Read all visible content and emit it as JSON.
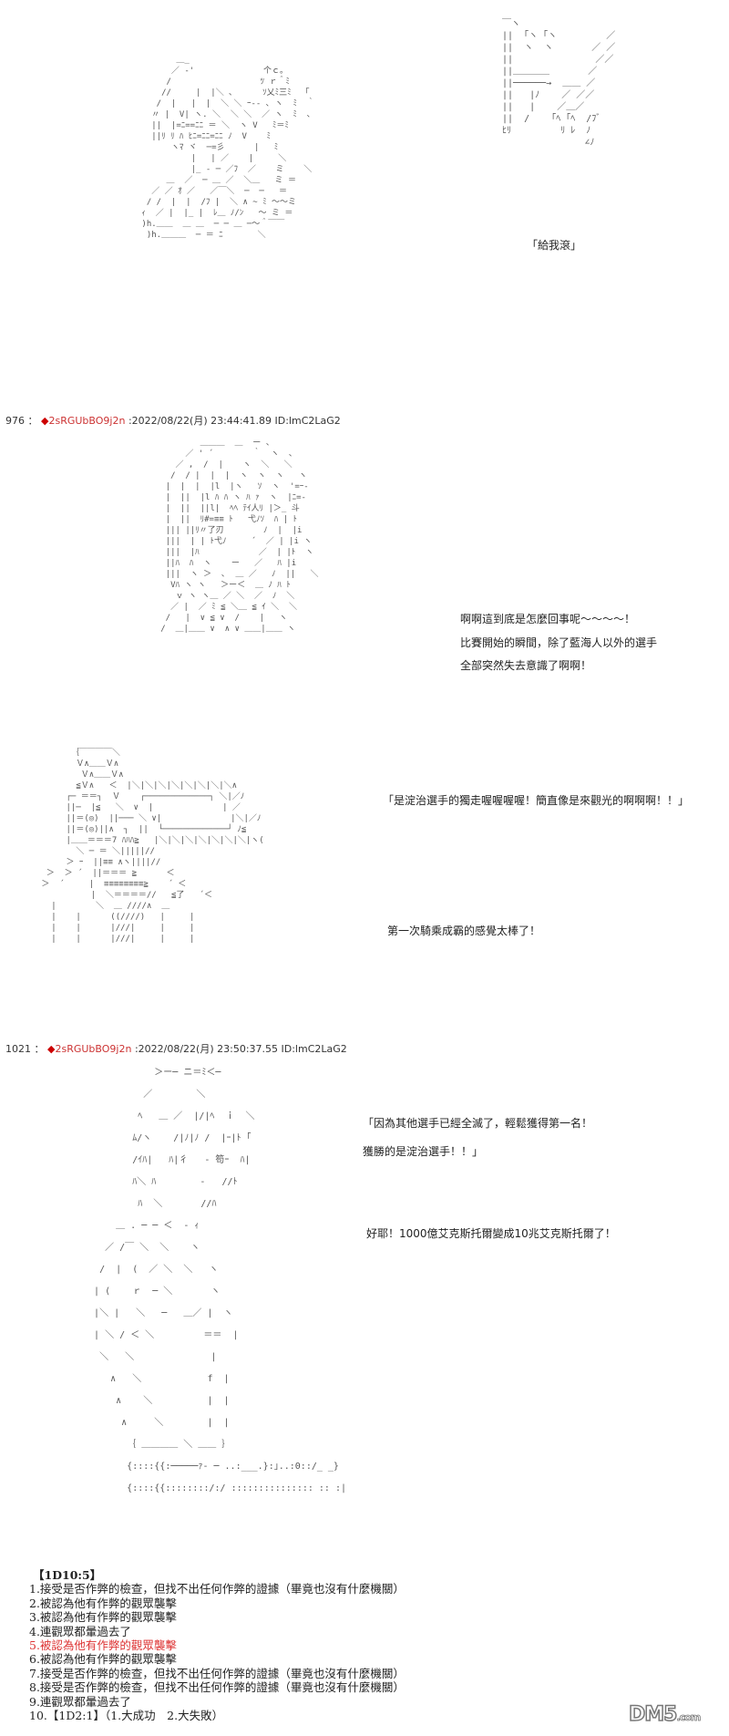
{
  "panel1": {
    "speech": "「給我滾」",
    "art_figure": "        ＿_\n       ／ ‐'              个ｃ｡\n      /                  ﾂ ｒ＾ﾐ\n     //     |  |＼ ､      ｿ乂ﾐ三ﾐ  「\n    /  |   |  |  ＼ ＼ ｰ-‐ ､ ヽ  ﾐ  ｀\n   〃 |  V| ヽ. ＼  ＼ ＼  ／ ヽ  ﾐ  ､\n   ||  |=ﾆ==ﾆﾆ ＝ ＼  ヽ V   ﾐ＝ﾐ\n   ||ﾘ ﾘ ﾊ ﾋﾆ=ﾆﾆ=ﾆﾆ ﾉ  V    ﾐ\n       ヽﾏ ヾ  ─=彡      |   ﾐ\n           |   | ／    |     ＼\n           |_ ‐ ─ ／ﾌ  ／    ミ    ＼\n      ＿  ／  ─ ＿ ／  ＼＿   ミ ＝\n   ／ ／ ｵ ／   ／￣＼  ─  ─   ＝\n  / /  |  |  /ﾌ |  ＼ ∧ ~ ﾐ ～～ミ\n ｨ  ／ |  |_ |  ﾚ＿ ﾉ/ﾝ   ～ ミ ＝\n )h.＿＿  ＿ ＿  ─ ─ ＿ ─～＾￣￣\n  )h.＿＿＿  ─ ＝ ﾆ       ＼",
    "art_sfx": " ￣ヽ\n ||  ｢ヽ ｢ヽ         ／\n ||  ヽ  ヽ       ／ ／\n ||               ／／\n ||＿＿＿＿       ／\n ||──────→  ＿＿ ／\n ||   |ﾉ    ／ ／／\n ||   |    ／＿／\n ||  /    ｢ﾍ ｢ﾍ  /ﾌﾞ\n ﾋﾘ         ﾘ ﾚ  ﾉ\n                ∠ﾉ"
  },
  "post976": {
    "number": "976",
    "separator": "：",
    "diamond": "◆",
    "trip": "2sRGUbBO9j2n",
    "meta": ":2022/08/22(月) 23:44:41.89 ID:lmC2LaG2"
  },
  "panel2": {
    "lines": [
      "啊啊這到底是怎麼回事呢～～～～！",
      "比賽開始的瞬間，除了藍海人以外的選手",
      "全部突然失去意識了啊啊！"
    ],
    "art": "           ＿＿＿  ＿  ー 、\n        ／ ' ´        ｀  ヽ  ､\n      ／ ,  /  |    ヽ  ＼   ＼\n     /  / |  |  |  ヽ  ヽ  ヽ   ヽ\n    |  |  |  |l  |ヽ   ｿ  ヽ  '=ｰ-\n    |  ||  |l ﾊ ﾊ ヽ ﾊ ｧ  ヽ  |ﾆ=-\n    |  ||  ||l|  ﾍﾍ ﾃｲ人ﾘ |＞_ 斗\n    |  ||  ﾘ#=≡≡ ﾄ   弋ﾉｿ  ﾊ | ﾄ\n    ||| ||ﾘ〃了刃        ﾉ  |  |i\n    |||  | | ﾄ弋ﾉ     ´  ／ | |i ヽ\n    |||  |ﾊ            ／  | |ﾄ  ヽ\n    ||ﾊ  ﾊ  ヽ    ー   ／   ﾊ |i\n    |||  ヽ ＞  ､  ＿ ／   ﾉ  ||   ＼\n     Vﾊ ヽ ヽ   ＞ー＜  ＿ ﾉ ﾊ ﾄ\n      ｖ ヽ ヽ＿ ／ ＼  ／  ﾉ  ＼\n     ／ |  ／ ﾐ ≦ ＼＿ ≦ ｲ ＼  ＼\n    /   |  ∨ ≦ ∨  /    |   ヽ\n   /  ＿|＿＿ ∨  ∧ ∨ ＿＿|＿＿ ヽ"
  },
  "panel3": {
    "speech": "「是淀治選手的獨走喔喔喔喔！簡直像是來觀光的啊啊啊！！」",
    "caption": "第一次騎乘成霸的感覺太棒了！",
    "art": "       ｛￣￣￣￣＼\n        Ｖ∧＿＿Ｖ∧\n         Ｖ∧＿＿Ｖ∧\n        ≦Ｖ∧   ＜  |＼|＼|＼|＼|＼|＼|＼|＼∧\n      ┌─ ＝＝┐  Ｖ    ┌─────────────┐ ＼|／ﾉ\n      ||─  |≦   ＼  ∨  |              | ／\n      ||＝(◎)  ||─── ＼ ∨|              |＼|／ﾉ\n      ||＝(◎)||∧  ┐  ||  └─────────────┘ ﾉ≦\n      |＿＿＝＝＝7 ﾊﾊﾊ≧   |＼|＼|＼|＼|＼|＼|＼|ヽ(\n        ＼ ─ ＝ ＼|||||// \n      ＞ ｰ  ||≡≡ ∧ヽ||||//\n  ＞  ＞ ´  ||＝＝＝ ≧      ＜\n ＞  ´     |  ≡≡≡≡≡≡≡≡≧    ´ ＜\n           |  ＼＝＝＝＝//   ≦了   ´＜\n   |        ＼  ＿ ////∧  ＿\n   |    |      ((////)   |     |\n   |    |      |///|     |     |\n   |    |      |///|     |     |"
  },
  "post1021": {
    "number": "1021",
    "separator": "：",
    "diamond": "◆",
    "trip": "2sRGUbBO9j2n",
    "meta": ":2022/08/22(月) 23:50:37.55 ID:lmC2LaG2"
  },
  "panel4": {
    "speech_lines": [
      "「因為其他選手已經全滅了，輕鬆獲得第一名！",
      "獲勝的是淀治選手！！」"
    ],
    "caption": "好耶！1000億艾克斯托爾變成10兆艾克斯托爾了！",
    "art": "              ＞ー─ ニ＝ﾐ＜─\n            ／        ＼\n           ﾍ   ＿ ／  |/|ﾍ  ｉ  ＼\n          ﾑ/ヽ    /|ﾉ|ﾉ /  |ｰ|ﾄ ｢\n          /ｲﾊ|   ﾊ|彳   ‐ 笱ｰ  ﾊ|\n          ﾊ＼ ﾊ        ‐   //ﾄ\n           ﾊ  ＼       //ﾊ\n       ＿ . ─ ─ ＜  ‐ ｨ\n     ／ /￣ ＼  ＼    ヽ\n    /  |  (  ／ ＼  ＼   ヽ\n   | (    ｒ  ─ ＼       ヽ\n   |＼ |   ＼   ─   ＿／ |  ヽ\n   | ＼ / ＜ ＼         ＝＝  |\n    ＼   ＼              |\n      ∧   ＼            f  |\n       ∧    ＼          |  |\n        ∧     ＼        |  |\n         ｛ ＿＿＿＿ ＼ ＿＿ ｝\n         {::::{{:─────ｧ‐ ─ ..:___.}:｣..:0::/_ _}\n         {::::{{::::::::/:/ ::::::::::::::: :: :|"
  },
  "result": {
    "title": "【1D10:5】",
    "items": [
      "1.接受是否作弊的檢查，但找不出任何作弊的證據（畢竟也沒有什麼機關）",
      "2.被認為他有作弊的觀眾襲擊",
      "3.被認為他有作弊的觀眾襲擊",
      "4.連觀眾都暈過去了",
      "5.被認為他有作弊的觀眾襲擊",
      "6.被認為他有作弊的觀眾襲擊",
      "7.接受是否作弊的檢查，但找不出任何作弊的證據（畢竟也沒有什麼機關）",
      "8.接受是否作弊的檢查，但找不出任何作弊的證據（畢竟也沒有什麼機關）",
      "9.連觀眾都暈過去了",
      "10.【1D2:1】（1.大成功　2.大失敗）"
    ],
    "highlight_color": "#dd3333"
  },
  "watermark": {
    "brand": "DM5",
    "suffix": ".com"
  },
  "colors": {
    "trip": "#cc3333",
    "text": "#222222"
  }
}
